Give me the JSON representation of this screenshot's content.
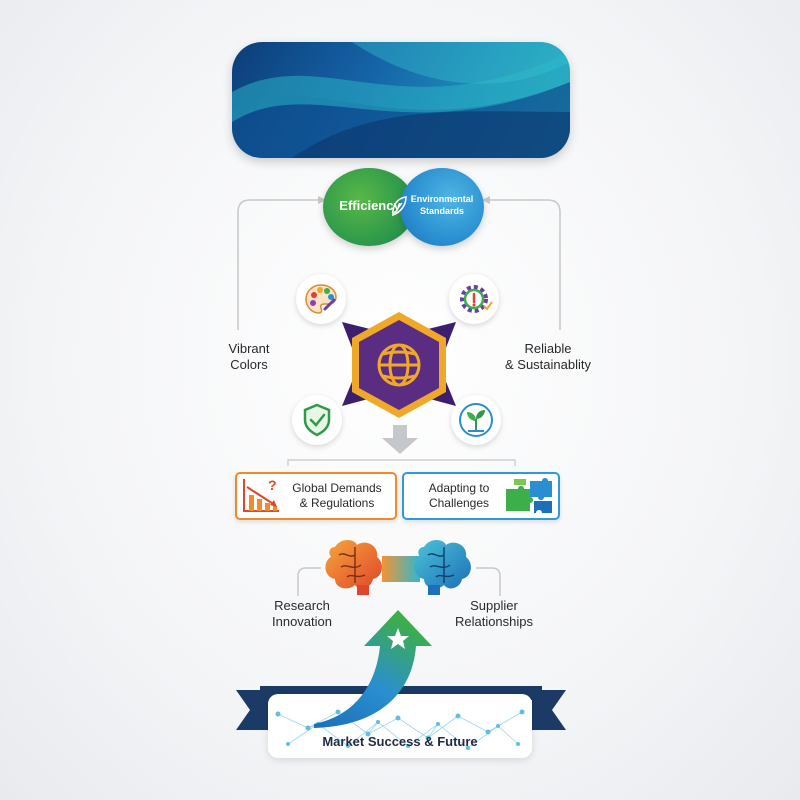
{
  "top_circles": {
    "efficiency": "Efficiency",
    "environmental_line1": "Environmental",
    "environmental_line2": "Standards"
  },
  "side_labels": {
    "vibrant_line1": "Vibrant",
    "vibrant_line2": "Colors",
    "reliable_line1": "Reliable",
    "reliable_line2": "& Sustainablity"
  },
  "boxes": {
    "global_line1": "Global Demands",
    "global_line2": "& Regulations",
    "adapting_line1": "Adapting to",
    "adapting_line2": "Challenges"
  },
  "brain_labels": {
    "research_line1": "Research",
    "research_line2": "Innovation",
    "supplier_line1": "Supplier",
    "supplier_line2": "Relationships"
  },
  "footer": {
    "market_label": "Market Success & Future"
  },
  "icons": [
    "palette-icon",
    "gear-icon",
    "shield-icon",
    "plant-icon",
    "globe-icon",
    "leaf-icon",
    "declining-chart-icon",
    "question-mark-icon",
    "puzzle-icon",
    "brain-icon",
    "star-icon",
    "up-arrow-icon"
  ],
  "colors": {
    "banner": "#1565a8",
    "green": "#2f9a4a",
    "blue": "#2a8fd0",
    "orange": "#f08a2a",
    "purple": "#5a2d82",
    "gold": "#f0a828",
    "navy": "#1b3a66"
  }
}
